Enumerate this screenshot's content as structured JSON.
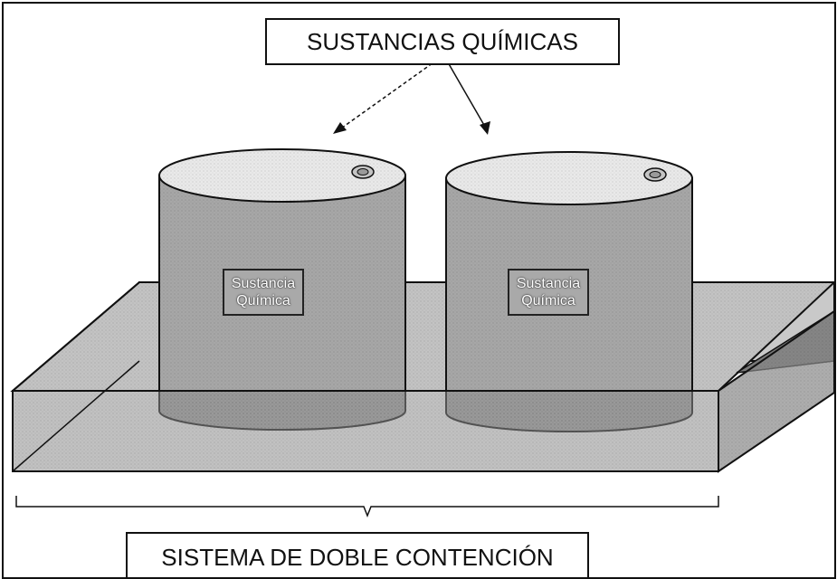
{
  "title": "SUSTANCIAS QUÍMICAS",
  "system_label": "SISTEMA DE DOBLE CONTENCIÓN",
  "drums": [
    {
      "line1": "Sustancia",
      "line2": "Química"
    },
    {
      "line1": "Sustancia",
      "line2": "Química"
    }
  ],
  "colors": {
    "tray_top": "#c7c7c7",
    "tray_front": "#9c9c9c",
    "tray_side": "#888888",
    "drum_body": "#a6a6a6",
    "drum_lid": "#e9e9e9",
    "outline": "#111111"
  }
}
